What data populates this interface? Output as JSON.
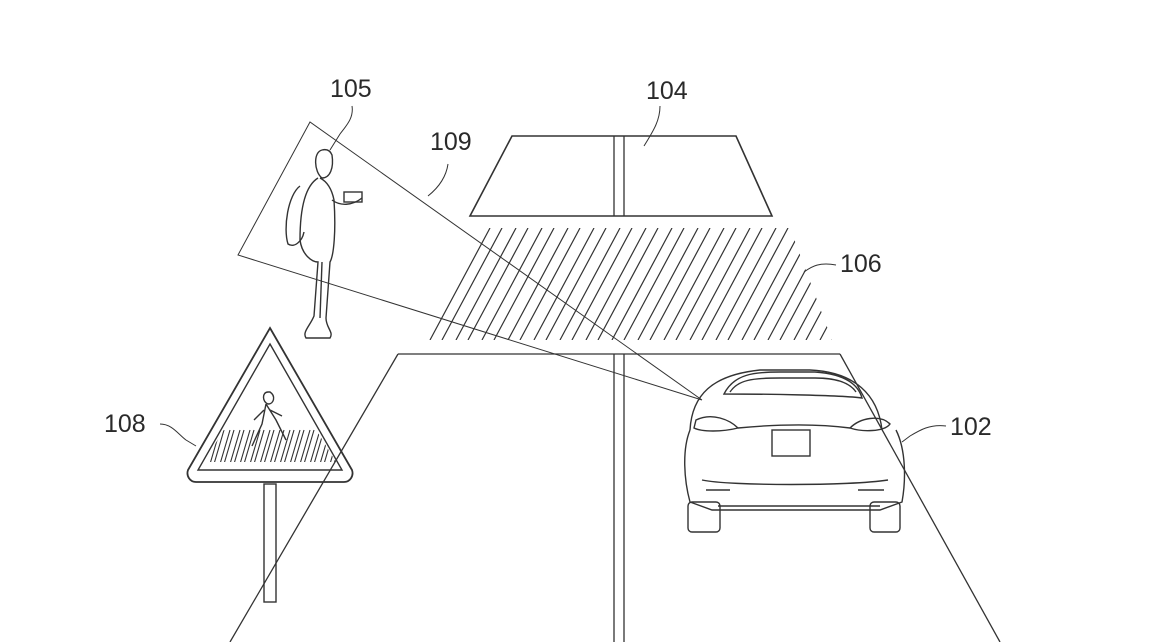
{
  "labels": {
    "pedestrian": "105",
    "road_segment": "104",
    "sensor_region": "109",
    "crosswalk": "106",
    "sign": "108",
    "vehicle": "102"
  }
}
